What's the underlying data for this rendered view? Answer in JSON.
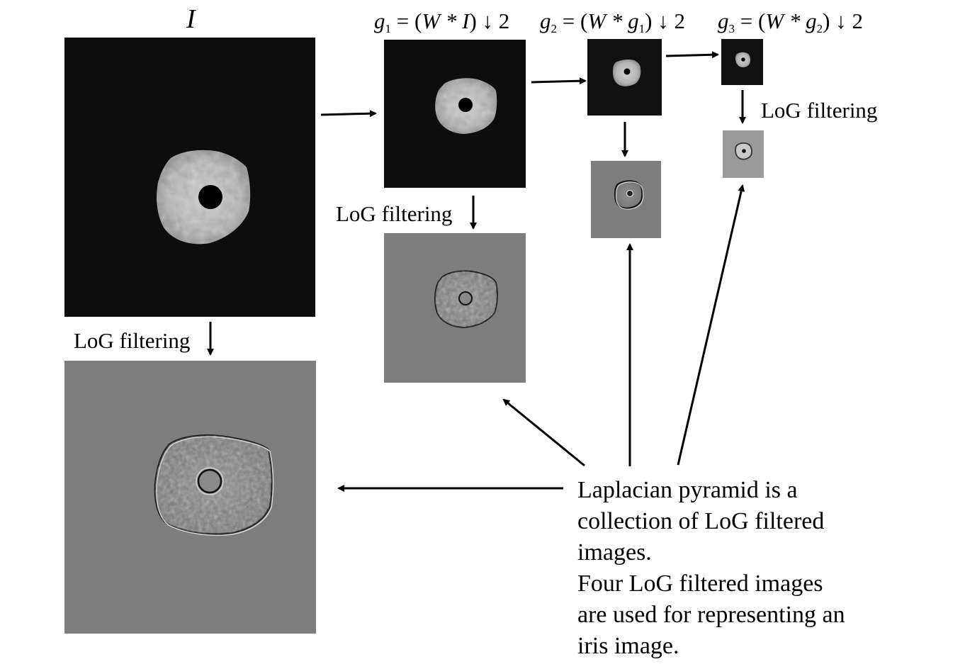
{
  "labels": {
    "original": "I",
    "g1": {
      "lhs": "g",
      "sub": "1",
      "inner": "W * I",
      "tail": "↓ 2"
    },
    "g2": {
      "lhs": "g",
      "sub": "2",
      "inner_a": "W * g",
      "inner_sub": "1",
      "tail": "↓ 2"
    },
    "g3": {
      "lhs": "g",
      "sub": "3",
      "inner_a": "W * g",
      "inner_sub": "2",
      "tail": "↓ 2"
    },
    "log_filtering": "LoG filtering"
  },
  "caption": {
    "line1": "Laplacian pyramid is a",
    "line2": "collection of LoG filtered",
    "line3": "images.",
    "line4": "Four LoG filtered images",
    "line5": "are used for representing an",
    "line6": "iris image."
  },
  "colors": {
    "dark_background": "#0d0d0d",
    "log_background": "#7d7d7d",
    "iris_texture": "#b9b9b9",
    "arrow": "#000000"
  }
}
